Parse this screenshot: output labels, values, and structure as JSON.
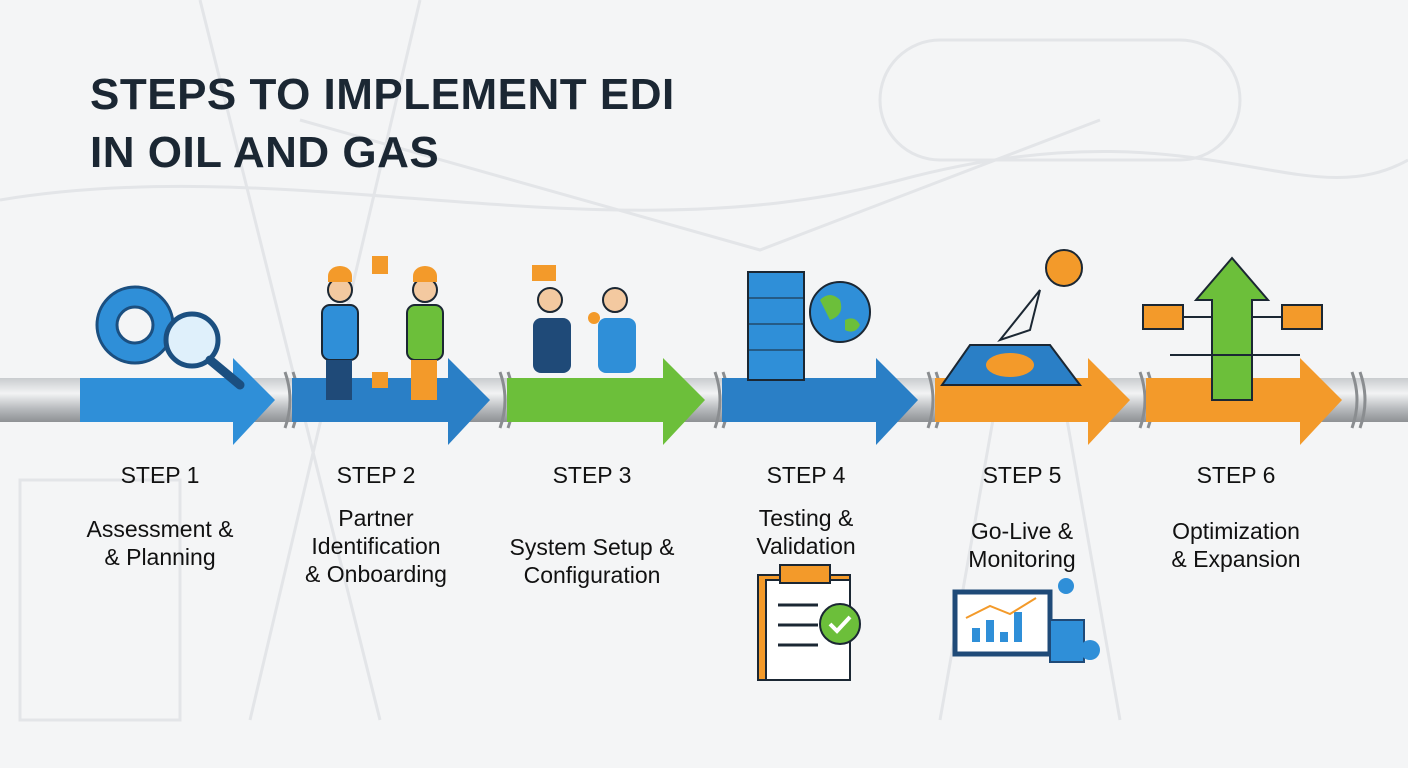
{
  "title_lines": [
    "STEPS TO IMPLEMENT EDI",
    "IN OIL AND GAS"
  ],
  "colors": {
    "blue": "#2f8fd8",
    "dark_blue": "#1f6aa8",
    "green": "#6cbf3a",
    "orange": "#f39a2a"
  },
  "steps": [
    {
      "num": "STEP 1",
      "lines": [
        "Assessment &",
        "& Planning"
      ],
      "color": "#2f8fd8",
      "icon": "gear-magnifier-icon"
    },
    {
      "num": "STEP 2",
      "lines": [
        "Partner",
        "Identification",
        "& Onboarding"
      ],
      "color": "#2a7fc6",
      "icon": "handshake-workers-icon"
    },
    {
      "num": "STEP 3",
      "lines": [
        "System Setup &",
        "Configuration"
      ],
      "color": "#6cbf3a",
      "icon": "handshake-setup-icon"
    },
    {
      "num": "STEP 4",
      "lines": [
        "Testing &",
        "Validation"
      ],
      "color": "#2a7fc6",
      "icon": "server-globe-icon"
    },
    {
      "num": "STEP 5",
      "lines": [
        "Go-Live &",
        "Monitoring"
      ],
      "color": "#f39a2a",
      "icon": "rocket-launch-icon"
    },
    {
      "num": "STEP 6",
      "lines": [
        "Optimization",
        "& Expansion"
      ],
      "color": "#f39a2a",
      "icon": "growth-arrow-network-icon"
    }
  ]
}
